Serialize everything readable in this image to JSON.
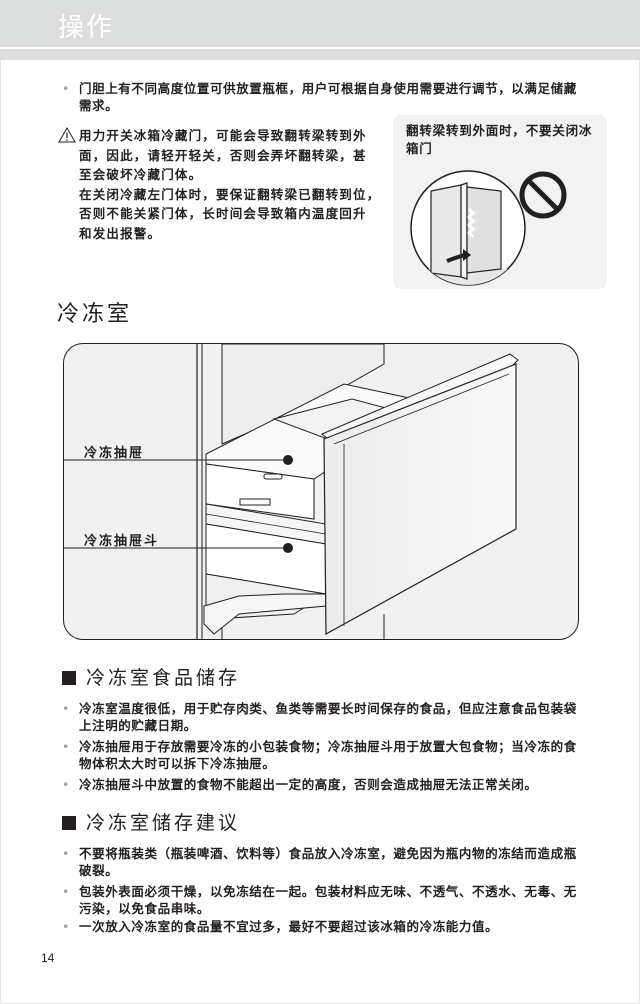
{
  "header": {
    "title": "操作"
  },
  "intro": {
    "bullet": "•",
    "text": "门胆上有不同高度位置可供放置瓶框，用户可根据自身使用需要进行调节，以满足储藏需求。"
  },
  "warning": {
    "icon": "warning-triangle-icon",
    "lines": [
      "用力开关冰箱冷藏门，可能会导致翻转梁转到外",
      "面，因此，请轻开轻关，否则会弄坏翻转梁，甚",
      "至会破坏冷藏门体。",
      "在关闭冷藏左门体时，要保证翻转梁已翻转到位，",
      "否则不能关紧门体，长时间会导致箱内温度回升",
      "和发出报警。"
    ]
  },
  "note_card": {
    "text": "翻转梁转到外面时，不要关闭冰箱门",
    "icons": [
      "door-flip-illustration-icon",
      "prohibited-icon"
    ]
  },
  "freezer": {
    "title": "冷冻室",
    "figure": {
      "labels": [
        {
          "text": "冷冻抽屉"
        },
        {
          "text": "冷冻抽屉斗"
        }
      ]
    }
  },
  "food_storage": {
    "heading": "冷冻室食品储存",
    "items": [
      "冷冻室温度很低，用于贮存肉类、鱼类等需要长时间保存的食品，但应注意食品包装袋上注明的贮藏日期。",
      "冷冻抽屉用于存放需要冷冻的小包装食物；冷冻抽屉斗用于放置大包食物；当冷冻的食物体积太大时可以拆下冷冻抽屉。",
      "冷冻抽屉斗中放置的食物不能超出一定的高度，否则会造成抽屉无法正常关闭。"
    ]
  },
  "storage_tips": {
    "heading": "冷冻室储存建议",
    "items": [
      "不要将瓶装类（瓶装啤酒、饮料等）食品放入冷冻室，避免因为瓶内物的冻结而造成瓶破裂。",
      "包装外表面必须干燥，以免冻结在一起。包装材料应无味、不透气、不透水、无毒、无污染，以免食品串味。",
      "一次放入冷冻室的食品量不宜过多，最好不要超过该冰箱的冷冻能力值。"
    ]
  },
  "footer": {
    "page_number": "14"
  },
  "colors": {
    "header_bg": "#dcdedd",
    "text": "#231f20",
    "card_bg": "#f2f2f2",
    "bullet": "#a0a0a0"
  }
}
